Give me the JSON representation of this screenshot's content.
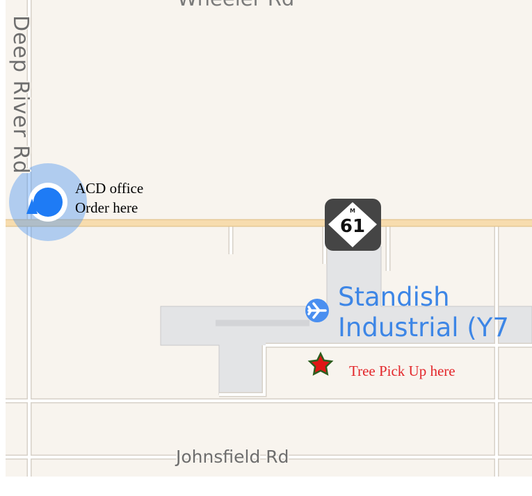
{
  "map": {
    "streets": {
      "top_road": "Wheeler Rd",
      "left_road": "Deep River Rd",
      "bottom_road": "Johnsfield Rd"
    },
    "highway_shield": {
      "prefix": "M",
      "number": "61"
    },
    "poi": {
      "name_line1": "Standish",
      "name_line2": "Industrial (Y7",
      "icon": "airplane-icon"
    },
    "annotations": {
      "office_line1": "ACD office",
      "office_line2": "Order here",
      "pickup": "Tree Pick Up here"
    },
    "colors": {
      "land": "#f8f4ee",
      "road": "#ffffff",
      "road_casing": "#d7d1c8",
      "highway": "#f5d9a8",
      "airport": "#e3e4e6",
      "accent_blue": "#2e82f2",
      "pickup_text": "#e3262a",
      "star_fill": "#e01515",
      "star_stroke": "#2e5d1e"
    }
  }
}
